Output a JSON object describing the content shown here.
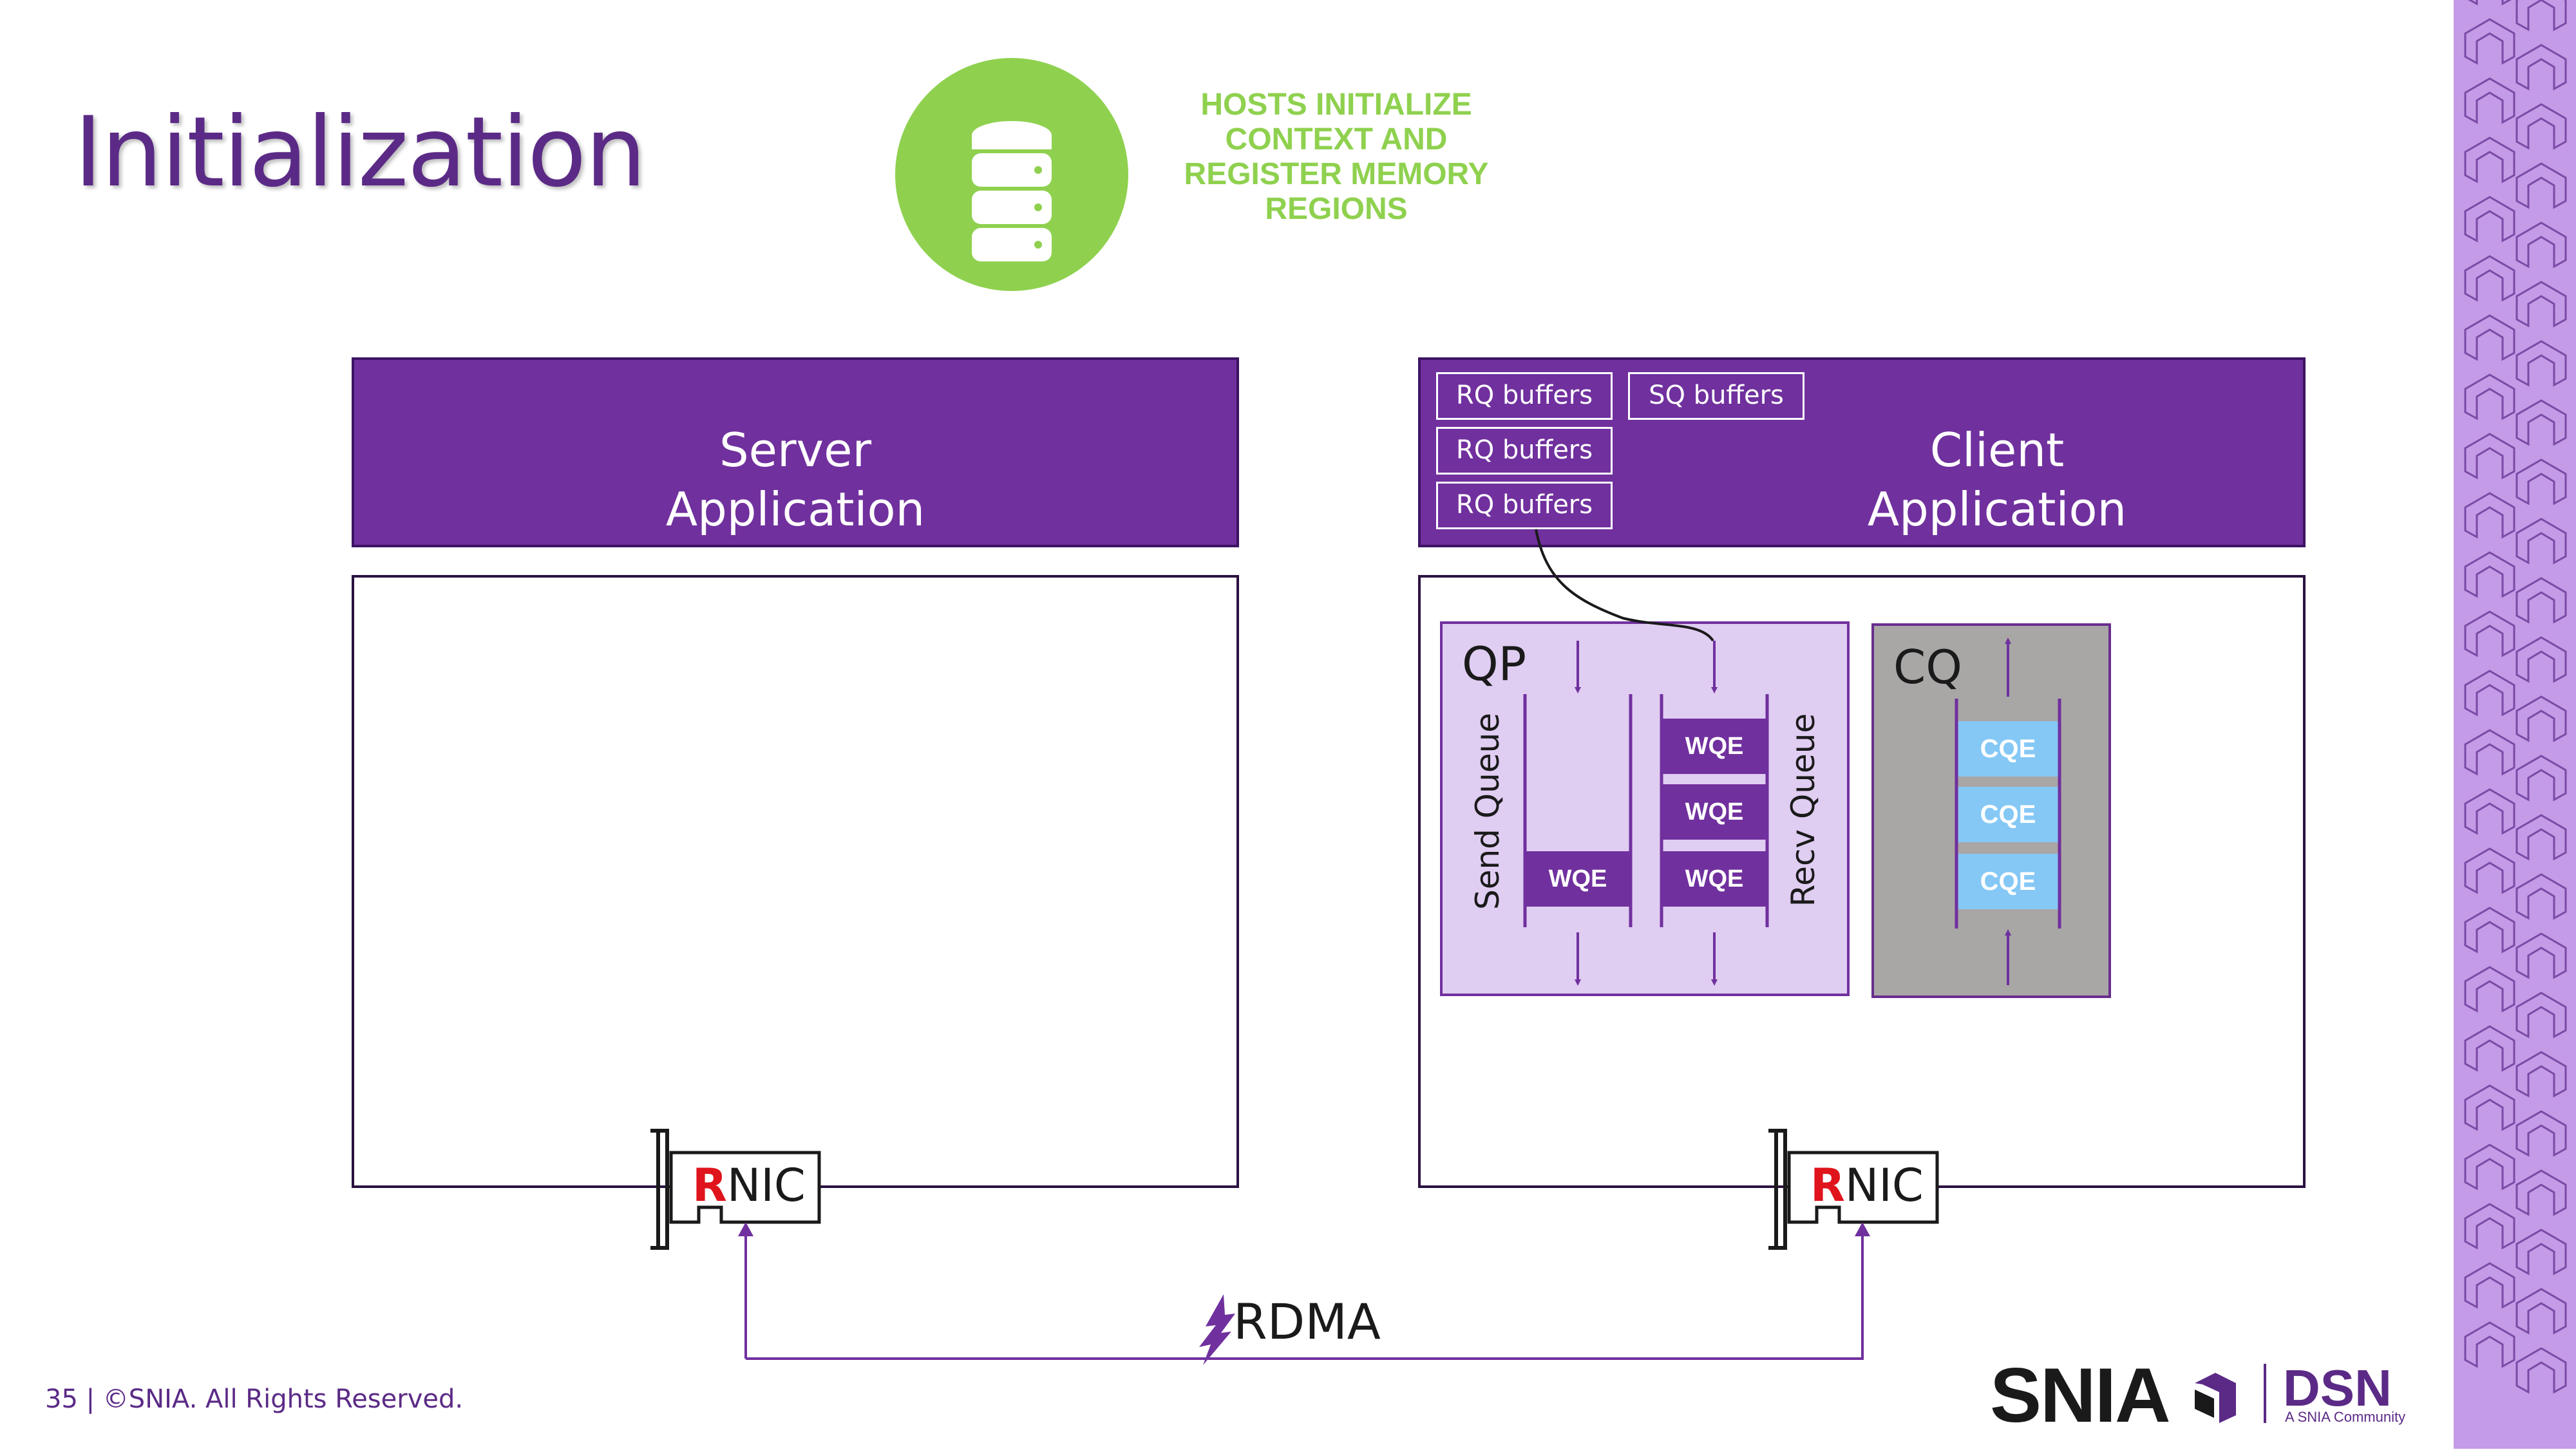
{
  "title": "Initialization",
  "callout": {
    "icon": "database-icon",
    "text_lines": [
      "HOSTS INITIALIZE",
      "CONTEXT AND",
      "REGISTER MEMORY",
      "REGIONS"
    ]
  },
  "server": {
    "line1": "Server",
    "line2": "Application"
  },
  "client": {
    "line1": "Client",
    "line2": "Application"
  },
  "buffers": [
    "RQ buffers",
    "RQ buffers",
    "RQ buffers",
    "SQ buffers"
  ],
  "qp": {
    "label": "QP",
    "send_queue": "Send Queue",
    "recv_queue": "Recv Queue",
    "send_wqes": [
      "WQE"
    ],
    "recv_wqes": [
      "WQE",
      "WQE",
      "WQE"
    ]
  },
  "cq": {
    "label": "CQ",
    "cqes": [
      "CQE",
      "CQE",
      "CQE"
    ]
  },
  "rnic": {
    "r": "R",
    "rest": "NIC"
  },
  "rdma": "RDMA",
  "footer": "35 | ©SNIA. All Rights Reserved.",
  "logos": {
    "snia": "SNIA",
    "dsn": "DSN",
    "dsn_sub": "A SNIA Community"
  },
  "colors": {
    "purple": "#70309e",
    "green": "#8fd14f",
    "lavender": "#e0cdf2",
    "gray": "#a9a6a6",
    "cqe_blue": "#85c8f5",
    "rnic_red": "#e0141c",
    "sidebar": "#c39be6"
  }
}
